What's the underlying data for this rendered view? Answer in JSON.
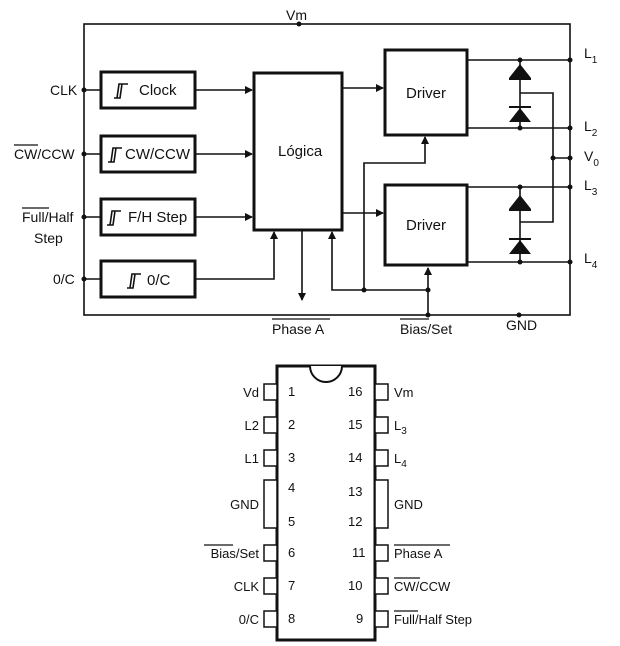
{
  "top": {
    "vm": "Vm",
    "clk": "CLK",
    "cw_ccw": "CW/CCW",
    "full": "Full",
    "half_step": "/Half",
    "step": "Step",
    "oc": "0/C",
    "l": "L",
    "l1_sub": "1",
    "l2_sub": "2",
    "l3_sub": "3",
    "l4_sub": "4",
    "v": "V",
    "v0_sub": "0",
    "phase_a": "Phase A",
    "bias_set": "Bias/Set",
    "gnd": "GND"
  },
  "blocks": {
    "clock": "Clock",
    "cwccw": "CW/CCW",
    "fh_step": "F/H Step",
    "oc": "0/C",
    "logica": "Lógica",
    "driver_top": "Driver",
    "driver_bottom": "Driver"
  },
  "pins": {
    "left": [
      {
        "num": "1",
        "label": "Vd"
      },
      {
        "num": "2",
        "label": "L2"
      },
      {
        "num": "3",
        "label": "L1"
      },
      {
        "num": "4",
        "label": "GND"
      },
      {
        "num": "5",
        "label": ""
      },
      {
        "num": "6",
        "label": "Bias/Set"
      },
      {
        "num": "7",
        "label": "CLK"
      },
      {
        "num": "8",
        "label": "0/C"
      }
    ],
    "right": [
      {
        "num": "16",
        "label": "Vm"
      },
      {
        "num": "15",
        "label": "L",
        "sub": "3"
      },
      {
        "num": "14",
        "label": "L",
        "sub": "4"
      },
      {
        "num": "13",
        "label": "GND"
      },
      {
        "num": "12",
        "label": ""
      },
      {
        "num": "11",
        "label": "Phase A"
      },
      {
        "num": "10",
        "label": "CW/CCW"
      },
      {
        "num": "9",
        "label": "Full/Half Step"
      }
    ]
  }
}
